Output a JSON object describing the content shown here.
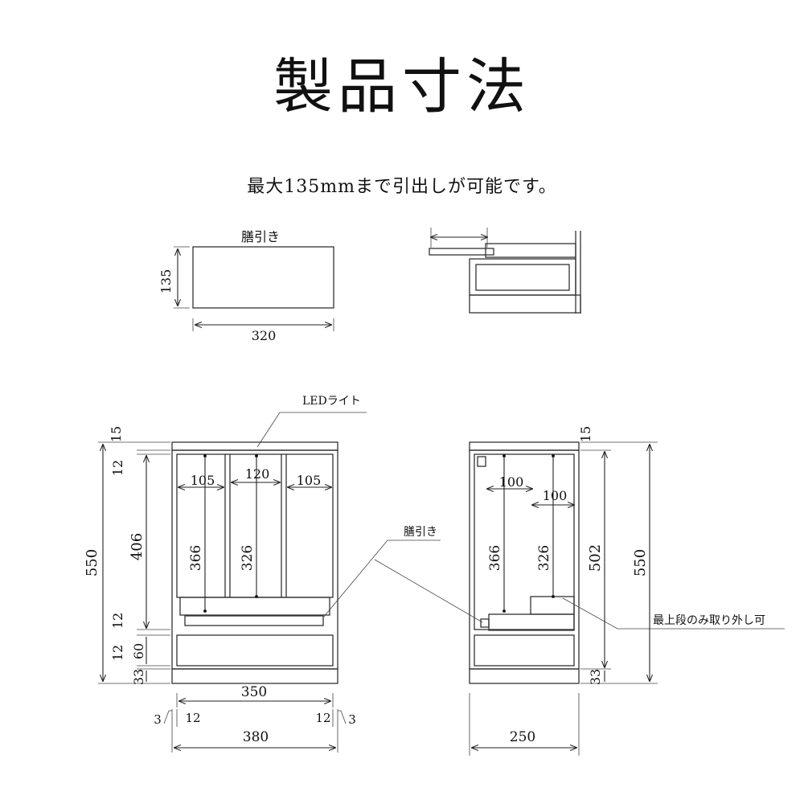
{
  "title": "製品寸法",
  "subtitle": "最大135mmまで引出しが可能です。",
  "labels": {
    "zenbiki": "膳引き",
    "led_light": "LEDライト",
    "removable": "最上段のみ取り外し可"
  },
  "dims": {
    "d135": "135",
    "d320": "320",
    "d15": "15",
    "d12": "12",
    "d550": "550",
    "d406": "406",
    "d60": "60",
    "d33": "33",
    "d105": "105",
    "d120": "120",
    "d366": "366",
    "d326": "326",
    "d350": "350",
    "d3": "3",
    "d380": "380",
    "d100": "100",
    "d502": "502",
    "d250": "250"
  }
}
